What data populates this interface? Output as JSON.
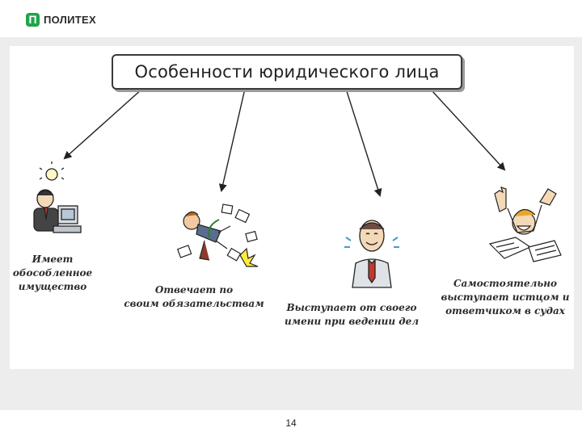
{
  "header": {
    "logo_glyph": "П",
    "logo_text": "ПОЛИТЕХ",
    "logo_color": "#21a44a"
  },
  "diagram": {
    "title": "Особенности юридического лица",
    "items": [
      {
        "caption": "Имеет\nобособленное\nимущество",
        "icon": "businessman-computer-idea-icon"
      },
      {
        "caption": "Отвечает по\nсвоим обязательствам",
        "icon": "man-falling-papers-icon"
      },
      {
        "caption": "Выступает от своего\nимени при ведении дел",
        "icon": "smiling-man-tie-icon"
      },
      {
        "caption": "Самостоятельно\nвыступает истцом и\nответчиком в судах",
        "icon": "cheering-man-papers-icon"
      }
    ]
  },
  "footer": {
    "page_number": "14"
  }
}
